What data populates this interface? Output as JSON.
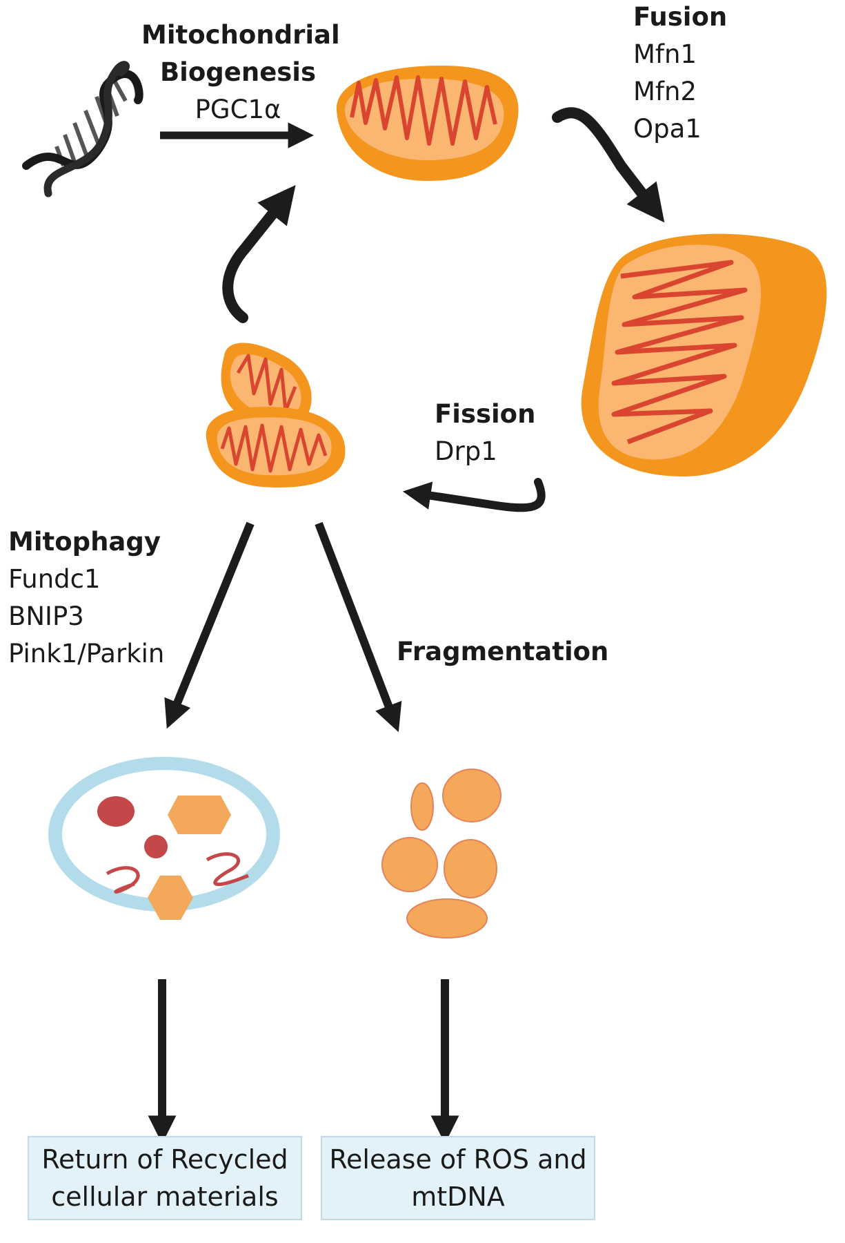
{
  "labels": {
    "biogenesis": {
      "title_line1": "Mitochondrial",
      "title_line2": "Biogenesis",
      "genes": [
        "PGC1α"
      ]
    },
    "fusion": {
      "title": "Fusion",
      "genes": [
        "Mfn1",
        "Mfn2",
        "Opa1"
      ]
    },
    "fission": {
      "title": "Fission",
      "genes": [
        "Drp1"
      ]
    },
    "mitophagy": {
      "title": "Mitophagy",
      "genes": [
        "Fundc1",
        "BNIP3",
        "Pink1/Parkin"
      ]
    },
    "fragmentation": {
      "title": "Fragmentation"
    }
  },
  "outcomes": {
    "recycled": {
      "line1": "Return of Recycled",
      "line2": "cellular materials"
    },
    "ros": {
      "line1": "Release of ROS and",
      "line2": "mtDNA"
    }
  },
  "colors": {
    "membrane": "#f4961e",
    "matrix": "#fbb772",
    "cristae": "#d9452e",
    "arrow": "#1c1c1c",
    "lysosome_ring": "#b3dcea",
    "debris_red": "#c4474a",
    "debris_orange": "#f4a85c",
    "fragment": "#f6a85a",
    "outcome_box": "#e3f2f8"
  },
  "icons": [
    "dna-helix-icon"
  ]
}
